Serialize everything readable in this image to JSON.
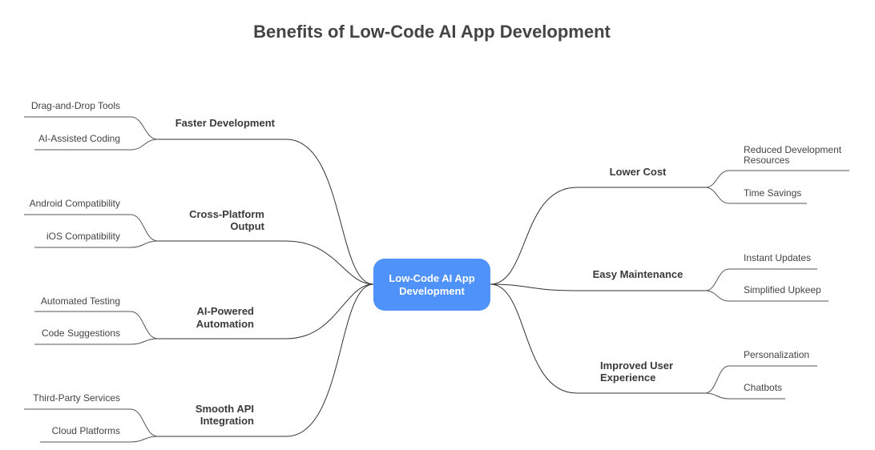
{
  "title": "Benefits of Low-Code AI App Development",
  "center": {
    "line1": "Low-Code AI App",
    "line2": "Development",
    "color": "#4f93fa"
  },
  "left_branches": [
    {
      "label": [
        "Faster Development"
      ],
      "leaves": [
        "Drag-and-Drop Tools",
        "AI-Assisted Coding"
      ]
    },
    {
      "label": [
        "Cross-Platform",
        "Output"
      ],
      "leaves": [
        "Android Compatibility",
        "iOS Compatibility"
      ]
    },
    {
      "label": [
        "AI-Powered",
        "Automation"
      ],
      "leaves": [
        "Automated Testing",
        "Code Suggestions"
      ]
    },
    {
      "label": [
        "Smooth API",
        "Integration"
      ],
      "leaves": [
        "Third-Party Services",
        "Cloud Platforms"
      ]
    }
  ],
  "right_branches": [
    {
      "label": [
        "Lower Cost"
      ],
      "leaves": [
        [
          "Reduced Development",
          "Resources"
        ],
        [
          "Time Savings"
        ]
      ]
    },
    {
      "label": [
        "Easy Maintenance"
      ],
      "leaves": [
        [
          "Instant Updates"
        ],
        [
          "Simplified Upkeep"
        ]
      ]
    },
    {
      "label": [
        "Improved User",
        "Experience"
      ],
      "leaves": [
        [
          "Personalization"
        ],
        [
          "Chatbots"
        ]
      ]
    }
  ]
}
